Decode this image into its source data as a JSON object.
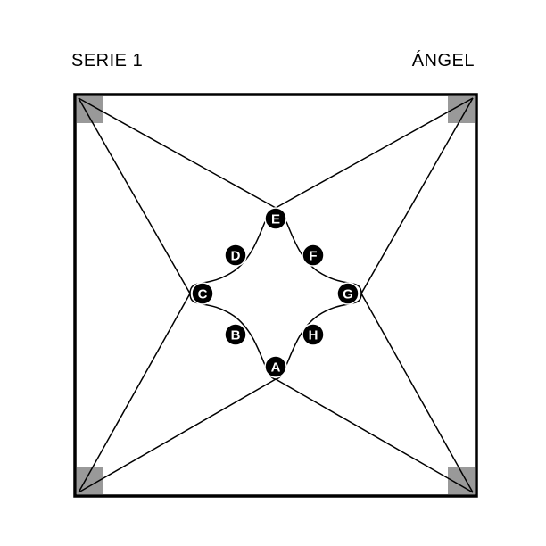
{
  "header": {
    "series": "SERIE 1",
    "name": "ÁNGEL"
  },
  "colors": {
    "stroke": "#000000",
    "anchor_fill": "#999999",
    "marker_fill": "#000000",
    "marker_text": "#ffffff",
    "background": "#ffffff"
  },
  "markers": {
    "a": "A",
    "b": "B",
    "c": "C",
    "d": "D",
    "e": "E",
    "f": "F",
    "g": "G",
    "h": "H"
  }
}
